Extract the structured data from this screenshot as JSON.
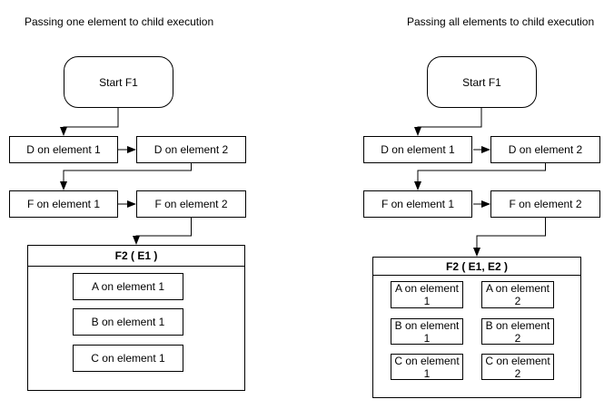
{
  "colors": {
    "stroke": "#000000",
    "node_fill": "#ffffff",
    "text": "#000000",
    "background": "#ffffff"
  },
  "left_diagram": {
    "title": "Passing one element to child execution",
    "nodes": {
      "start": "Start F1",
      "d1": "D on element 1",
      "d2": "D on element 2",
      "f1": "F on element 1",
      "f2": "F on element 2"
    },
    "container": {
      "title": "F2 ( E1 )",
      "steps": [
        "A on element 1",
        "B on element 1",
        "C on element 1"
      ]
    }
  },
  "right_diagram": {
    "title": "Passing all elements to child execution",
    "nodes": {
      "start": "Start F1",
      "d1": "D on element 1",
      "d2": "D on element 2",
      "f1": "F on element 1",
      "f2": "F on element 2"
    },
    "container": {
      "title": "F2 ( E1, E2 )",
      "columns": [
        [
          "A on element 1",
          "B on element 1",
          "C on element 1"
        ],
        [
          "A on element 2",
          "B on element 2",
          "C on element 2"
        ]
      ]
    }
  }
}
